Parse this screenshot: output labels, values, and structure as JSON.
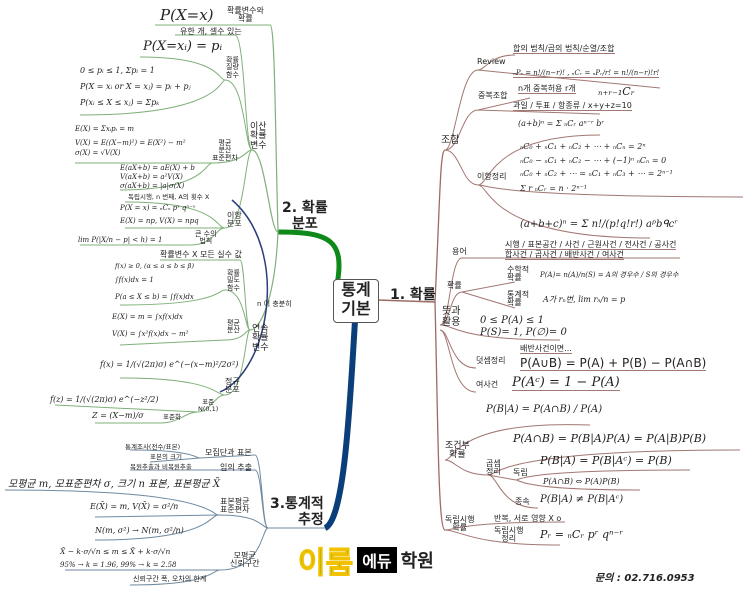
{
  "center": {
    "line1": "통계",
    "line2": "기본"
  },
  "branches": {
    "b1": "1. 확률",
    "b2a": "2. 확률",
    "b2b": "분포",
    "b3a": "3.통계적",
    "b3b": "추정"
  },
  "prob": {
    "josap": "조합",
    "review": "Review",
    "review_rule": "합의 법칙/곱의 법칙/순열/조합",
    "review_formula": "ₙPᵣ = n!/(n−r)! , ₙCᵣ = ₙPᵣ/r! = n!/(n−r)!r!",
    "dupcomb": "중복조합",
    "dup_text": "n개 중복허용 r개",
    "dup_formula": "ₙ₊ᵣ₋₁Cᵣ",
    "dup_examples": "과일 / 투표 / 항종류 / x+y+z=10",
    "binom": "이항정리",
    "binom_f0": "(a+b)ⁿ = Σ ₙCᵣ aⁿ⁻ʳ bʳ",
    "binom_f1": "ₙC₀ + ₙC₁ + ₙC₂ + ⋯ + ₙCₙ = 2ⁿ",
    "binom_f2": "ₙC₀ − ₙC₁ + ₙC₂ − ⋯ + (−1)ⁿ ₙCₙ = 0",
    "binom_f3": "ₙC₀ + ₙC₂ + ⋯ = ₙC₁ + ₙC₃ + ⋯ = 2ⁿ⁻¹",
    "binom_f4": "Σ r ₙCᵣ = n · 2ⁿ⁻¹",
    "binom_f5": "(a+b+c)ⁿ = Σ n!/(p!q!r!) aᵖbᑫcʳ",
    "meaning": "뜻과",
    "meaning2": "활용",
    "terms": "용어",
    "terms1": "시행 / 표본공간 / 사건 / 근원사건 / 전사건 / 공사건",
    "terms2": "합사건 / 곱사건 / 배반사건 / 여사건",
    "probability": "확률",
    "math_prob": "수학적\n확률",
    "math_formula": "P(A)= n(A)/n(S) = A의 경우수 / S의 경우수",
    "stat_prob": "통계적\n확률",
    "stat_formula": "A가 rₙ번, lim rₙ/n = p",
    "axiom1": "0 ≤ P(A) ≤ 1",
    "axiom2": "P(S)= 1, P(∅)= 0",
    "exclusive": "배반사건이면...",
    "addition": "덧셈정리",
    "addition_formula": "P(A∪B) = P(A) + P(B) − P(A∩B)",
    "complement": "여사건",
    "complement_formula": "P(Aᶜ) = 1 − P(A)",
    "cond_formula": "P(B|A) = P(A∩B) / P(A)",
    "conditional": "조건부\n확률",
    "mult_formula": "P(A∩B) = P(B|A)P(A) = P(A|B)P(B)",
    "multiplication": "곱셈\n정리",
    "independent": "독립",
    "indep_f1": "P(B|A) = P(B|Aᶜ) = P(B)",
    "indep_f2": "P(A∩B) ⇔ P(A)P(B)",
    "dependent": "종속",
    "dep_f": "P(B|A) ≠ P(B|Aᶜ)",
    "indep_trial": "독립시행\n확률",
    "trial_text": "반복, 서로 영향 X o",
    "trial_theorem": "독립시행\n정리",
    "trial_formula": "Pᵣ = ₙCᵣ pʳ qⁿ⁻ʳ"
  },
  "dist": {
    "px": "P(X=x)",
    "rv_prob": "확률변수와\n확률",
    "finite": "유한 개, 셀수 있는",
    "pxi": "P(X=xᵢ) = pᵢ",
    "pmf": "확률\n질량\n함수",
    "pmf1": "0 ≤ pᵢ ≤ 1, Σpᵢ = 1",
    "pmf2": "P(X = xᵢ or X = xⱼ) = pᵢ + pⱼ",
    "pmf3": "P(xᵢ ≤ X ≤ xⱼ) = Σpₖ",
    "discrete": "이산\n확률\n변수",
    "ev1": "E(X) = Σxᵢpᵢ = m",
    "ev2": "V(X) = E((X−m)²) = E(X²) − m²",
    "ev3": "σ(X) = √V(X)",
    "mean_var_sd": "평균\n분산\n표준편차",
    "lin1": "E(aX+b) = aE(X) + b",
    "lin2": "V(aX+b) = a²V(X)",
    "lin3": "σ(aX+b) = |a|σ(X)",
    "bin_text": "독립시행, n 번째, A의 횟수 X",
    "bin_f1": "P(X = x) = ₙCₓ pˣ qⁿ⁻ˣ",
    "bin_f2": "E(X) = np, V(X) = npq",
    "binomial": "이항\n분포",
    "lln_f": "lim P(|X/n − p| < h) = 1",
    "lln": "큰 수의\n법칙",
    "cont_text": "확률변수 X 모든 실수 값",
    "pdf1": "f(x) ≥ 0, (α ≤ a ≤ b ≤ β)",
    "pdf2": "∫f(x)dx = 1",
    "pdf3": "P(a ≤ X ≤ b) = ∫f(x)dx",
    "pdf": "확률\n밀도\n함수",
    "cev1": "E(X) = m = ∫xf(x)dx",
    "cev2": "V(X) = ∫x²f(x)dx − m²",
    "mean_var": "평균\n분산",
    "continuous": "연속\n확률\n변수",
    "n_large": "n 이 충분히",
    "normal_f": "f(x) = 1/(√(2π)σ) e^(−(x−m)²/2σ²)",
    "normal": "정규\n분포",
    "std_f": "f(z) = 1/(√(2π)σ) e^(−z²/2)",
    "std_normal": "표준\nN(0,1)",
    "z_f": "Z = (X−m)/σ",
    "standardize": "표준화"
  },
  "est": {
    "survey": "통계조사(전수/표본)",
    "sample_size": "표본의 크기",
    "pop_sample": "모집단과 표본",
    "replace": "복원추출과 비복원추출",
    "random": "임의 추출",
    "sample_text": "모평균 m, 모표준편차 σ, 크기 n 표본, 표본평균 X̄",
    "sm_f1": "E(X̄) = m, V(X̄) = σ²/n",
    "sm_f2": "N(m, σ²) → N(m, σ²/n)",
    "sample_mean": "표본평균\n표준편차",
    "ci_f1": "X̄ − k·σ/√n ≤ m ≤ X̄ + k·σ/√n",
    "ci_f2": "95% → k = 1.96, 99% → k = 2.58",
    "ci": "모평균\n신뢰구간",
    "ci_width": "신뢰구간 폭, 오차의 한계"
  },
  "logo": {
    "part1": "이룸",
    "part2": "에듀",
    "part3": "학원"
  },
  "contact": "문의 : 02.716.0953"
}
